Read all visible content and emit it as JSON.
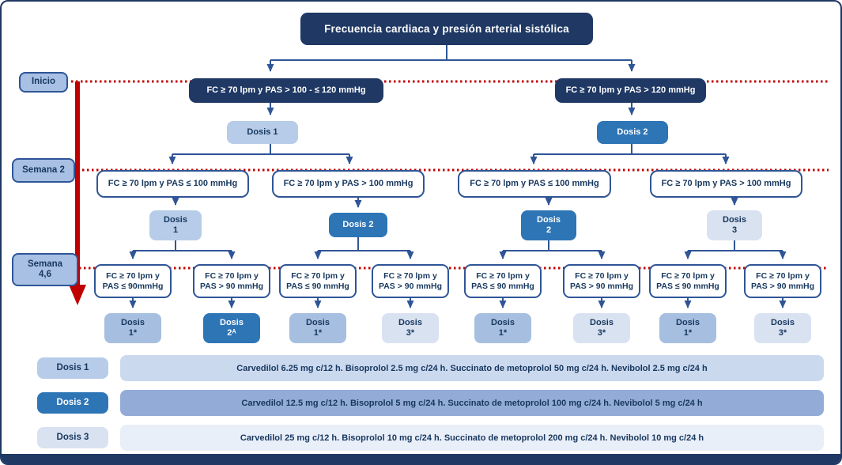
{
  "title": "Frecuencia cardiaca y presión arterial sistólica",
  "row_labels": [
    {
      "label": "Inicio"
    },
    {
      "label": "Semana 2"
    },
    {
      "label": "Semana\n4,6"
    }
  ],
  "branches": [
    {
      "label": "FC ≥ 70 lpm y PAS > 100 - ≤ 120 mmHg"
    },
    {
      "label": "FC ≥ 70 lpm y PAS > 120 mmHg"
    }
  ],
  "level1_doses": [
    {
      "label": "Dosis 1",
      "tone": "light"
    },
    {
      "label": "Dosis 2",
      "tone": "blue"
    }
  ],
  "level2_conditions": [
    {
      "label": "FC ≥ 70 lpm y PAS ≤ 100 mmHg"
    },
    {
      "label": "FC ≥ 70 lpm y PAS > 100 mmHg"
    },
    {
      "label": "FC ≥ 70 lpm y PAS ≤ 100 mmHg"
    },
    {
      "label": "FC ≥ 70 lpm y PAS > 100 mmHg"
    }
  ],
  "level2_doses": [
    {
      "label": "Dosis\n1",
      "tone": "light"
    },
    {
      "label": "Dosis 2",
      "tone": "blue"
    },
    {
      "label": "Dosis\n2",
      "tone": "blue"
    },
    {
      "label": "Dosis\n3",
      "tone": "pale"
    }
  ],
  "level3_conditions": [
    {
      "label": "FC ≥ 70 lpm y\nPAS ≤ 90mmHg"
    },
    {
      "label": "FC ≥ 70 lpm y\nPAS > 90 mmHg"
    },
    {
      "label": "FC ≥ 70 lpm y\nPAS ≤ 90 mmHg"
    },
    {
      "label": "FC ≥ 70 lpm y\nPAS > 90 mmHg"
    },
    {
      "label": "FC ≥ 70 lpm y\nPAS ≤ 90 mmHg"
    },
    {
      "label": "FC ≥ 70 lpm y\nPAS > 90 mmHg"
    },
    {
      "label": "FC ≥ 70 lpm y\nPAS ≤ 90 mmHg"
    },
    {
      "label": "FC ≥ 70 lpm y\nPAS > 90 mmHg"
    }
  ],
  "level3_doses": [
    {
      "label": "Dosis\n1*",
      "tone": "med"
    },
    {
      "label": "Dosis\n2ᴬ",
      "tone": "blue"
    },
    {
      "label": "Dosis\n1*",
      "tone": "med"
    },
    {
      "label": "Dosis\n3*",
      "tone": "pale"
    },
    {
      "label": "Dosis\n1*",
      "tone": "med"
    },
    {
      "label": "Dosis\n3*",
      "tone": "pale"
    },
    {
      "label": "Dosis\n1*",
      "tone": "med"
    },
    {
      "label": "Dosis\n3*",
      "tone": "pale"
    }
  ],
  "legend": [
    {
      "chip": "Dosis 1",
      "tone": "light",
      "text": "Carvedilol 6.25 mg c/12 h. Bisoprolol 2.5 mg c/24 h. Succinato de metoprolol 50 mg c/24 h. Nevibolol 2.5 mg c/24 h"
    },
    {
      "chip": "Dosis 2",
      "tone": "blue",
      "text": "Carvedilol 12.5 mg c/12 h. Bisoprolol 5 mg c/24 h. Succinato de metoprolol 100 mg c/24 h. Nevibolol 5 mg c/24 h"
    },
    {
      "chip": "Dosis 3",
      "tone": "pale",
      "text": "Carvedilol 25 mg c/12 h. Bisoprolol 10 mg c/24 h. Succinato de metoprolol 200 mg c/24 h. Nevibolol 10 mg c/24 h"
    }
  ],
  "colors": {
    "dark_navy": "#1F3864",
    "blue": "#2E75B6",
    "light_blue": "#B7CCE9",
    "medium_blue": "#A6BFE0",
    "pale_blue": "#D9E2F1",
    "band_light": "#CBD9EF",
    "band_medium": "#93ACD7",
    "band_pale": "#E9EFF9",
    "red": "#C00000",
    "connector_blue": "#2F5597"
  }
}
